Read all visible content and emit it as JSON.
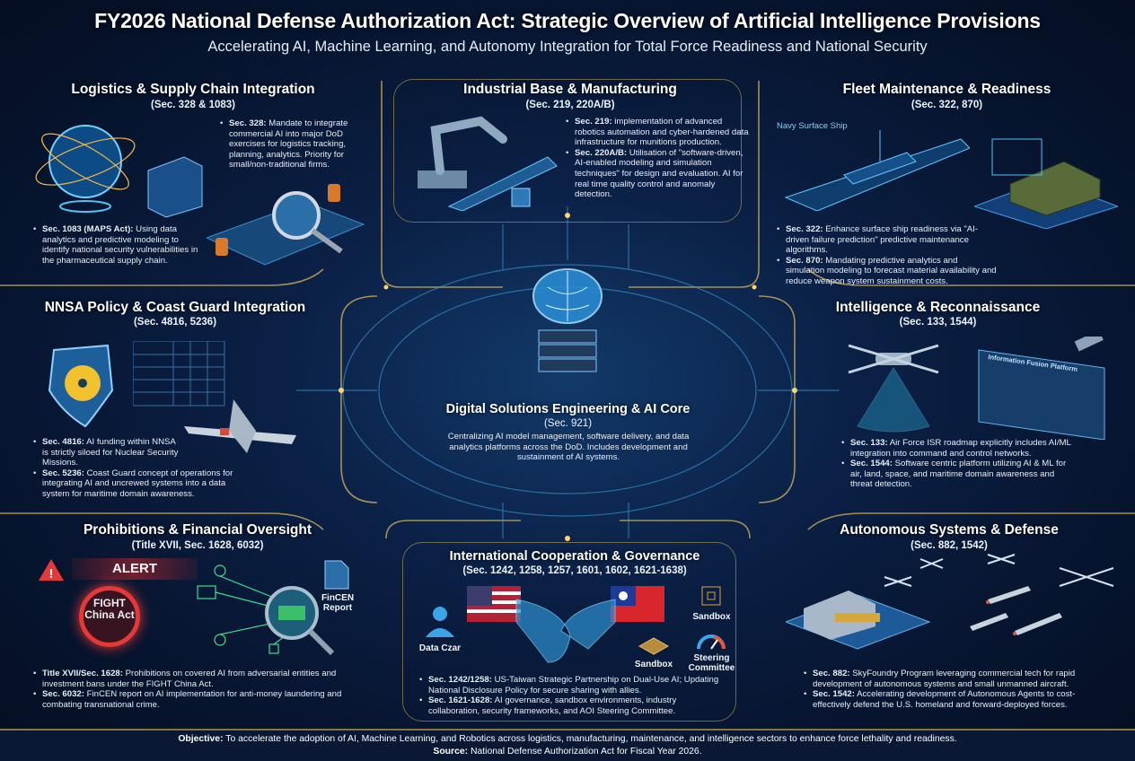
{
  "header": {
    "title": "FY2026 National Defense Authorization Act: Strategic Overview of Artificial Intelligence Provisions",
    "subtitle": "Accelerating AI, Machine Learning, and Autonomy Integration for Total Force Readiness and National Security"
  },
  "panels": {
    "logistics": {
      "title": "Logistics & Supply Chain Integration",
      "sections": "(Sec. 328 & 1083)",
      "bullets": [
        {
          "sec": "Sec. 328:",
          "text": " Mandate to integrate commercial AI into major DoD exercises for logistics tracking, planning, analytics. Priority for small/non-traditional firms."
        },
        {
          "sec": "Sec. 1083 (MAPS Act):",
          "text": " Using data analytics and predictive modeling to identify national security vulnerabilities in the pharmaceutical supply chain."
        }
      ]
    },
    "industrial": {
      "title": "Industrial Base & Manufacturing",
      "sections": "(Sec. 219, 220A/B)",
      "bullets": [
        {
          "sec": "Sec. 219:",
          "text": " implementation of advanced robotics automation and cyber-hardened data infrastructure for munitions production."
        },
        {
          "sec": "Sec. 220A/B:",
          "text": " Utilisation of \"software-driven, AI-enabled modeling and simulation techniques\" for design and evaluation. AI for real time quality control and anomaly detection."
        }
      ]
    },
    "fleet": {
      "title": "Fleet Maintenance & Readiness",
      "sections": "(Sec. 322, 870)",
      "ship_label": "Navy Surface Ship",
      "bullets": [
        {
          "sec": "Sec. 322:",
          "text": " Enhance surface ship readiness via \"AI-driven failure prediction\" predictive maintenance algorithms."
        },
        {
          "sec": "Sec. 870:",
          "text": " Mandating predictive analytics and simulation modeling to forecast material availability and reduce weapon system sustainment costs."
        }
      ]
    },
    "nnsa": {
      "title": "NNSA Policy & Coast Guard Integration",
      "sections": "(Sec. 4816, 5236)",
      "bullets": [
        {
          "sec": "Sec. 4816:",
          "text": " AI funding within NNSA is strictly siloed for Nuclear Security Missions."
        },
        {
          "sec": "Sec. 5236:",
          "text": " Coast Guard concept of operations for integrating AI and uncrewed systems into a data system for maritime domain awareness."
        }
      ]
    },
    "core": {
      "title": "Digital Solutions Engineering & AI Core",
      "sections": "(Sec. 921)",
      "text": "Centralizing AI model management, software delivery, and data analytics platforms across the DoD. Includes development and sustainment of AI systems."
    },
    "intel": {
      "title": "Intelligence & Reconnaissance",
      "sections": "(Sec. 133, 1544)",
      "screen_label": "Information Fusion Platform",
      "bullets": [
        {
          "sec": "Sec. 133:",
          "text": " Air Force ISR roadmap explicitly includes AI/ML integration into command and control networks."
        },
        {
          "sec": "Sec. 1544:",
          "text": " Software centric platform utilizing AI & ML for air, land, space, and maritime domain awareness and threat detection."
        }
      ]
    },
    "prohibitions": {
      "title": "Prohibitions & Financial Oversight",
      "sections": "(Title XVII, Sec. 1628, 6032)",
      "alert": "ALERT",
      "fight": "FIGHT China Act",
      "fincen": "FinCEN Report",
      "bullets": [
        {
          "sec": "Title XVII/Sec. 1628:",
          "text": " Prohibitions on covered AI from adversarial entities and investment bans under the FIGHT China Act."
        },
        {
          "sec": "Sec. 6032:",
          "text": " FinCEN report on AI implementation for anti-money laundering and combating transnational crime."
        }
      ]
    },
    "international": {
      "title": "International Cooperation & Governance",
      "sections": "(Sec. 1242, 1258, 1257, 1601, 1602, 1621-1638)",
      "labels": [
        "Data Czar",
        "Sandbox",
        "Sandbox",
        "Steering Committee"
      ],
      "bullets": [
        {
          "sec": "Sec. 1242/1258:",
          "text": " US-Taiwan Strategic Partnership on Dual-Use AI; Updating National Disclosure Policy for secure sharing with allies."
        },
        {
          "sec": "Sec. 1621-1628:",
          "text": " AI governance, sandbox environments, industry collaboration, security frameworks, and AOI Steering Committee."
        }
      ]
    },
    "autonomous": {
      "title": "Autonomous Systems & Defense",
      "sections": "(Sec. 882, 1542)",
      "bullets": [
        {
          "sec": "Sec. 882:",
          "text": " SkyFoundry Program leveraging commercial tech for rapid development of autonomous systems and small unmanned aircraft."
        },
        {
          "sec": "Sec. 1542:",
          "text": " Accelerating development of Autonomous Agents to cost-effectively defend the U.S. homeland and forward-deployed forces."
        }
      ]
    }
  },
  "footer": {
    "objective_label": "Objective:",
    "objective": " To accelerate the adoption of AI, Machine Learning, and Robotics across logistics, manufacturing, maintenance, and intelligence sectors to enhance force lethality and readiness.",
    "source_label": "Source:",
    "source": " National Defense Authorization Act for Fiscal Year 2026."
  },
  "colors": {
    "background": "#071530",
    "accent_gold": "#e0b84a",
    "accent_cyan": "#4fc3f7",
    "alert_red": "#e53935"
  }
}
